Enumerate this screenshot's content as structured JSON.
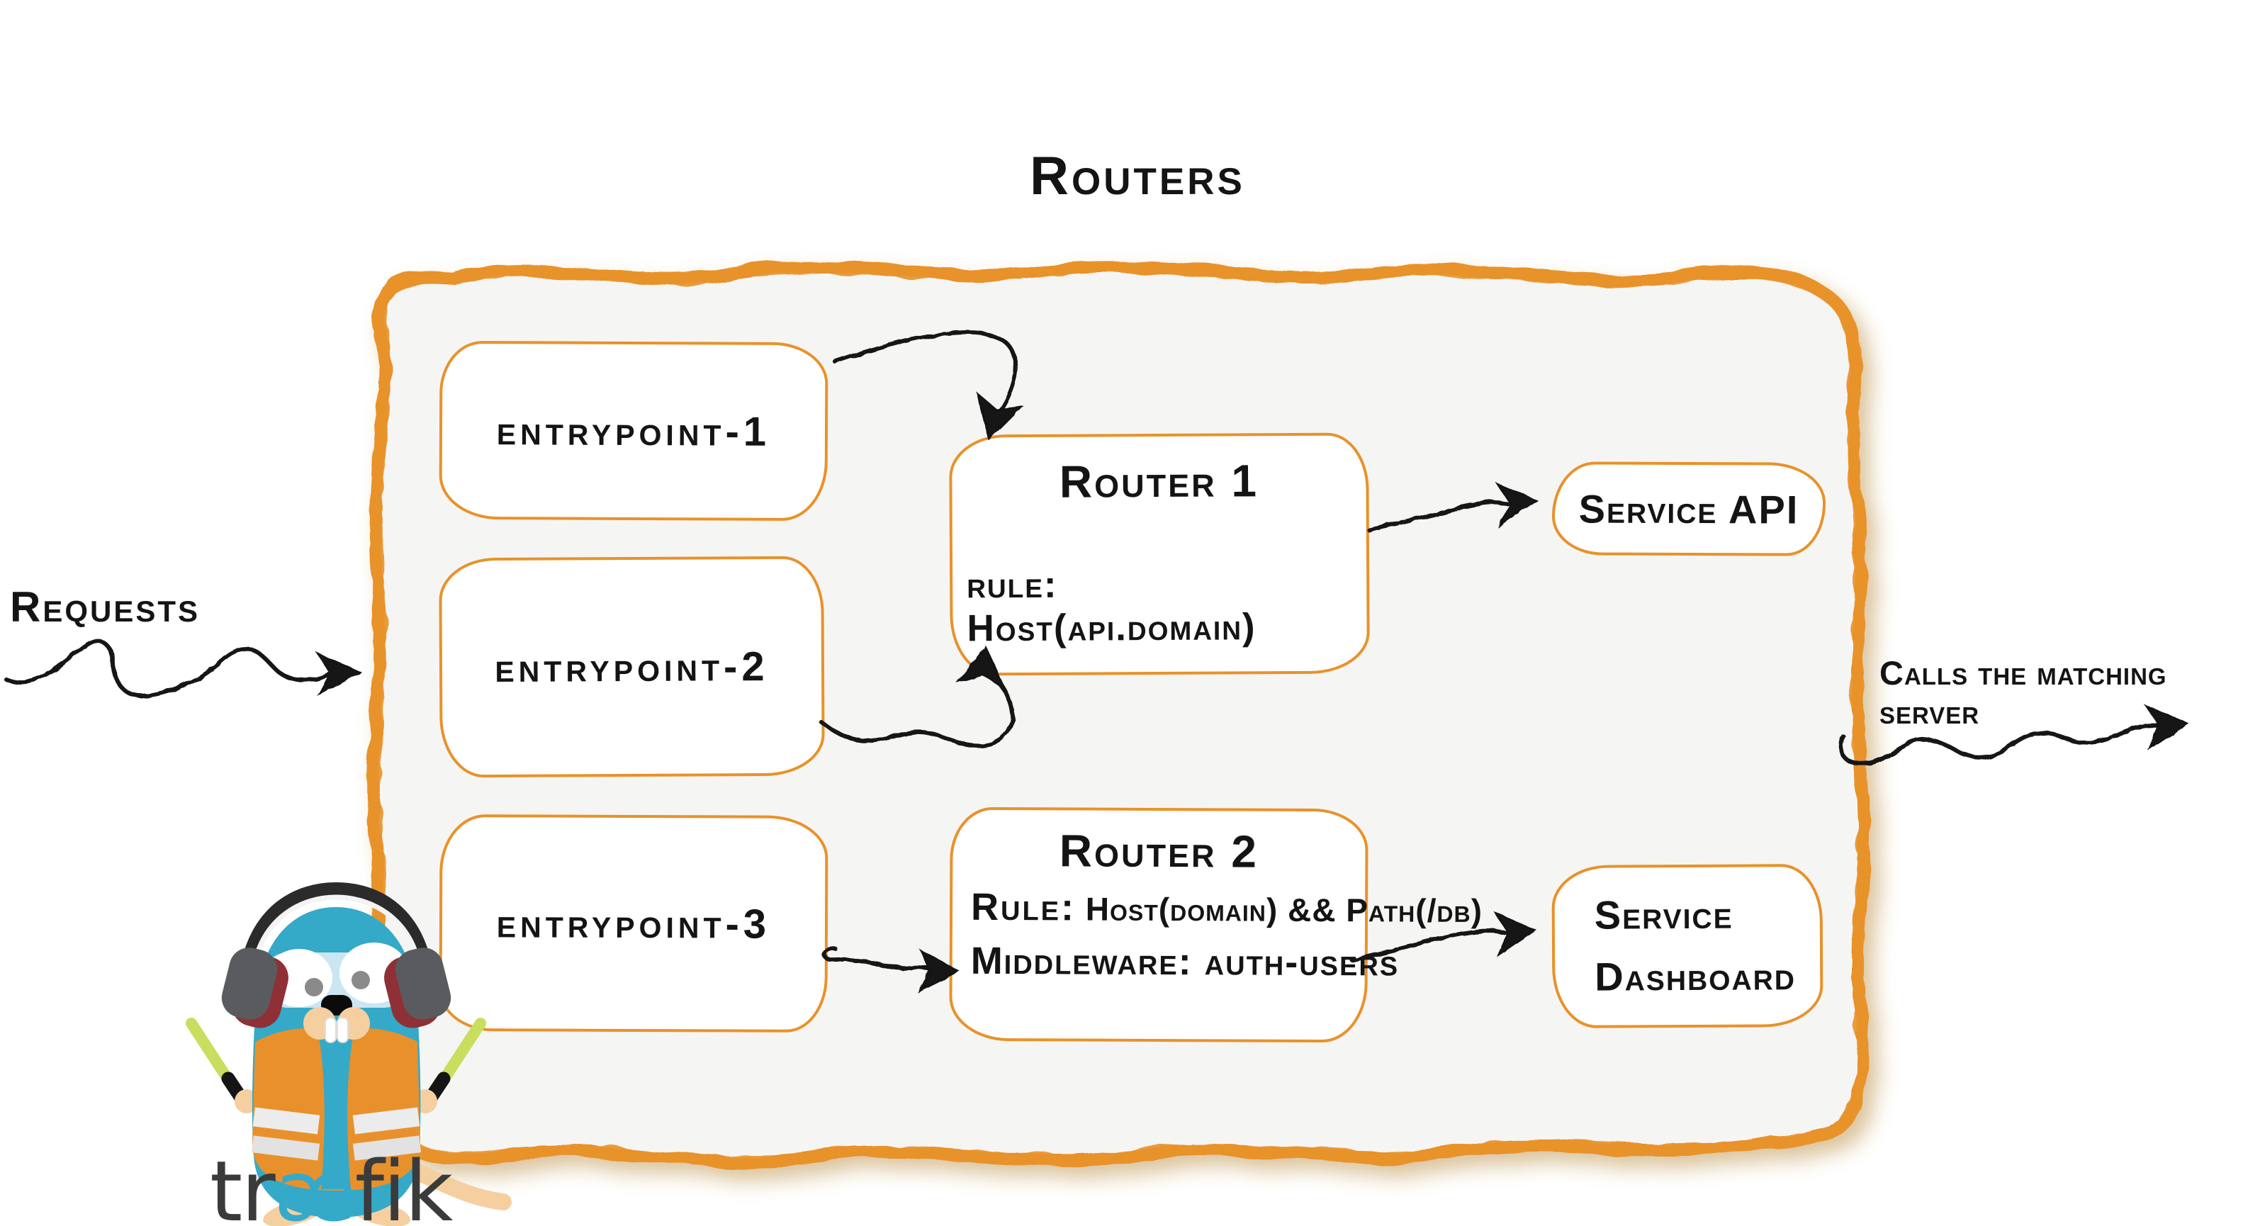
{
  "title": "Routers",
  "labels": {
    "requests": "Requests",
    "calls": "Calls the matching server"
  },
  "entrypoints": [
    {
      "label": "entrypoint-1"
    },
    {
      "label": "entrypoint-2"
    },
    {
      "label": "entrypoint-3"
    }
  ],
  "routers": [
    {
      "name": "Router 1",
      "rule_label": "rule:",
      "rule": "Host(api.domain)"
    },
    {
      "name": "Router 2",
      "rule_label": "Rule:",
      "rule": "Host(domain) && Path(/db)",
      "middleware_label": "Middleware:",
      "middleware": "auth-users"
    }
  ],
  "services": [
    {
      "label": "Service API"
    },
    {
      "line1": "Service",
      "line2": "Dashboard"
    }
  ],
  "arrows": [
    {
      "name": "requests-arrow",
      "from": "Requests",
      "to": "routers-panel"
    },
    {
      "name": "entrypoint1-to-router1"
    },
    {
      "name": "entrypoint2-to-router1"
    },
    {
      "name": "entrypoint3-to-router2"
    },
    {
      "name": "router1-to-service-api"
    },
    {
      "name": "router2-to-service-dashboard"
    },
    {
      "name": "calls-arrow",
      "from": "routers-panel",
      "to": "Calls the matching server"
    }
  ],
  "brand": {
    "pre": "tr",
    "mid": "æ",
    "post": "fik",
    "mascot": "traefik-gopher"
  },
  "colors": {
    "accent_orange": "#E8922A",
    "panel_fill": "#F5F5F4",
    "node_fill": "#FFFFFF",
    "ink": "#141414",
    "brand_teal": "#35A9CB",
    "brand_dark": "#3B3B3B",
    "shadow": "rgba(190,130,40,0.40)"
  }
}
